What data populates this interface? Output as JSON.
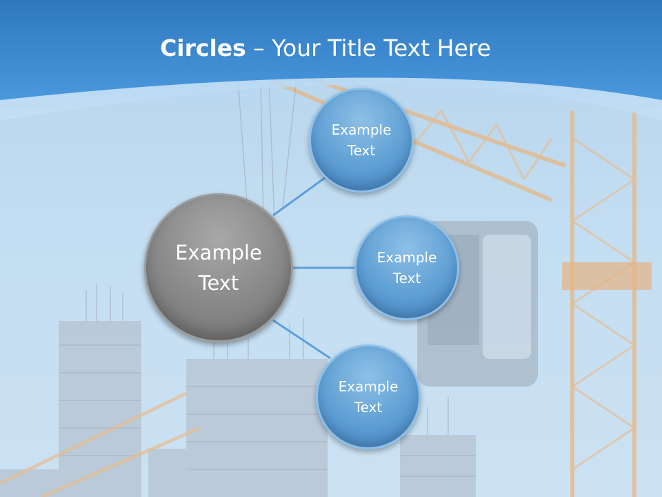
{
  "slide": {
    "title_bold": "Circles",
    "title_rest": " – Your Title Text Here"
  },
  "diagram": {
    "center": {
      "label": "Example\nText"
    },
    "nodes": [
      {
        "label": "Example\nText"
      },
      {
        "label": "Example\nText"
      },
      {
        "label": "Example\nText"
      }
    ]
  },
  "colors": {
    "header_blue": "#3c88cf",
    "node_blue": "#5f9fd4",
    "center_gray": "#8a8a8a",
    "connector": "#5aa0dc"
  }
}
